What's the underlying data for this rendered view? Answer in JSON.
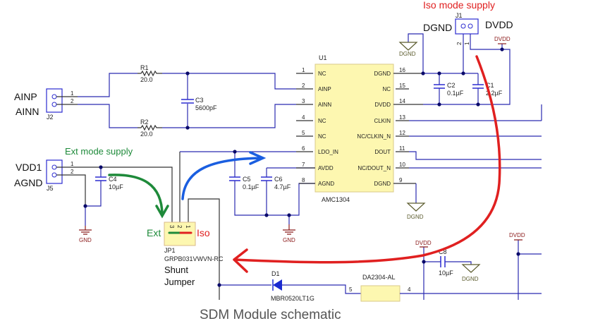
{
  "caption": "SDM Module schematic",
  "annotations": {
    "iso_mode": "Iso mode supply",
    "ext_mode": "Ext mode supply",
    "ext": "Ext",
    "iso": "Iso",
    "shunt": "Shunt",
    "jumper": "Jumper",
    "colors": {
      "iso": "#e02020",
      "ext": "#1e8a3a",
      "ldo": "#1a5ee0"
    }
  },
  "connectors": {
    "j2": {
      "ref": "J2",
      "pin1": "AINP",
      "pin2": "AINN",
      "n1": "1",
      "n2": "2"
    },
    "j5": {
      "ref": "J5",
      "pin1": "VDD1",
      "pin2": "AGND",
      "n1": "1",
      "n2": "2"
    },
    "j1": {
      "ref": "J1",
      "left": "DGND",
      "right": "DVDD",
      "n1": "1",
      "n2": "2"
    },
    "jp1": {
      "ref": "JP1",
      "part": "GRPB031VWVN-RC",
      "p3": "3",
      "p2": "2",
      "p1": "1"
    }
  },
  "components": {
    "r1": {
      "ref": "R1",
      "value": "20.0"
    },
    "r2": {
      "ref": "R2",
      "value": "20.0"
    },
    "c1": {
      "ref": "C1",
      "value": "2.2µF"
    },
    "c2": {
      "ref": "C2",
      "value": "0.1µF"
    },
    "c3": {
      "ref": "C3",
      "value": "5600pF"
    },
    "c4": {
      "ref": "C4",
      "value": "10µF"
    },
    "c5": {
      "ref": "C5",
      "value": "0.1µF"
    },
    "c6": {
      "ref": "C6",
      "value": "4.7µF"
    },
    "c8": {
      "ref": "C8",
      "value": "10µF"
    },
    "d1": {
      "ref": "D1",
      "part": "MBR0520LT1G"
    },
    "u2": {
      "part": "DA2304-AL",
      "p5": "5",
      "p4": "4"
    }
  },
  "u1": {
    "ref": "U1",
    "part": "AMC1304",
    "left_pins": [
      {
        "num": "1",
        "name": "NC"
      },
      {
        "num": "2",
        "name": "AINP"
      },
      {
        "num": "3",
        "name": "AINN"
      },
      {
        "num": "4",
        "name": "NC"
      },
      {
        "num": "5",
        "name": "NC"
      },
      {
        "num": "6",
        "name": "LDO_IN"
      },
      {
        "num": "7",
        "name": "AVDD"
      },
      {
        "num": "8",
        "name": "AGND"
      }
    ],
    "right_pins": [
      {
        "num": "16",
        "name": "DGND"
      },
      {
        "num": "15",
        "name": "NC"
      },
      {
        "num": "14",
        "name": "DVDD"
      },
      {
        "num": "13",
        "name": "CLKIN"
      },
      {
        "num": "12",
        "name": "NC/CLKIN_N"
      },
      {
        "num": "11",
        "name": "DOUT"
      },
      {
        "num": "10",
        "name": "NC/DOUT_N"
      },
      {
        "num": "9",
        "name": "DGND"
      }
    ]
  },
  "power": {
    "dgnd": "DGND",
    "dvdd": "DVDD",
    "gnd": "GND"
  }
}
